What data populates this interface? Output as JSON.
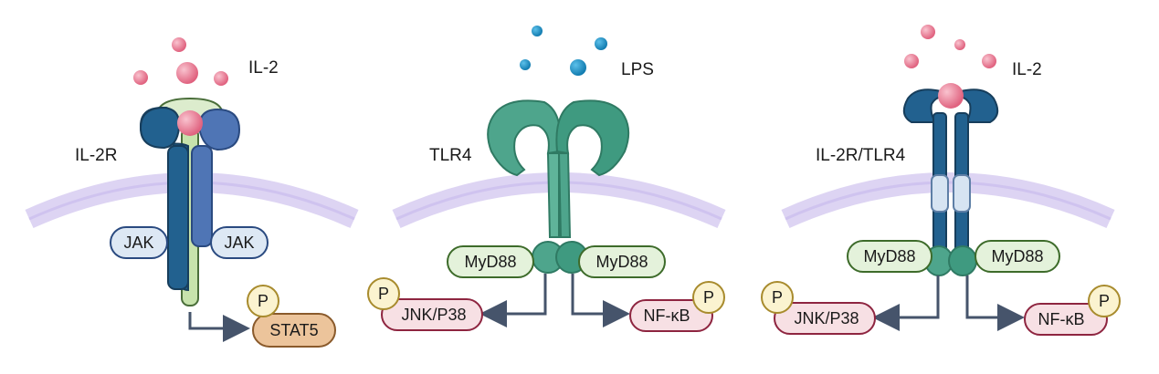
{
  "panels": [
    {
      "ligand": "IL-2",
      "receptor": "IL-2R",
      "adaptors": [
        "JAK",
        "JAK"
      ],
      "outputs": [
        {
          "label": "STAT5",
          "phospho": "P"
        }
      ]
    },
    {
      "ligand": "LPS",
      "receptor": "TLR4",
      "adaptors": [
        "MyD88",
        "MyD88"
      ],
      "outputs": [
        {
          "label": "JNK/P38",
          "phospho": "P"
        },
        {
          "label": "NF-κB",
          "phospho": "P"
        }
      ]
    },
    {
      "ligand": "IL-2",
      "receptor": "IL-2R/TLR4",
      "adaptors": [
        "MyD88",
        "MyD88"
      ],
      "outputs": [
        {
          "label": "JNK/P38",
          "phospho": "P"
        },
        {
          "label": "NF-κB",
          "phospho": "P"
        }
      ]
    }
  ],
  "colors": {
    "membrane": "#d9d0f2",
    "il2_ligand": "#e8728f",
    "lps_ligand": "#1e8fc4",
    "il2r_dark": "#22618f",
    "il2r_mid": "#4f75b5",
    "tlr4": "#4ea58c",
    "jak_fill": "#dde8f4",
    "myd88_fill": "#e4f2db",
    "jnk_fill": "#f7e0e4",
    "stat5_fill": "#ecc49b",
    "phospho_fill": "#fbf3d0",
    "arrow": "#46546b"
  }
}
